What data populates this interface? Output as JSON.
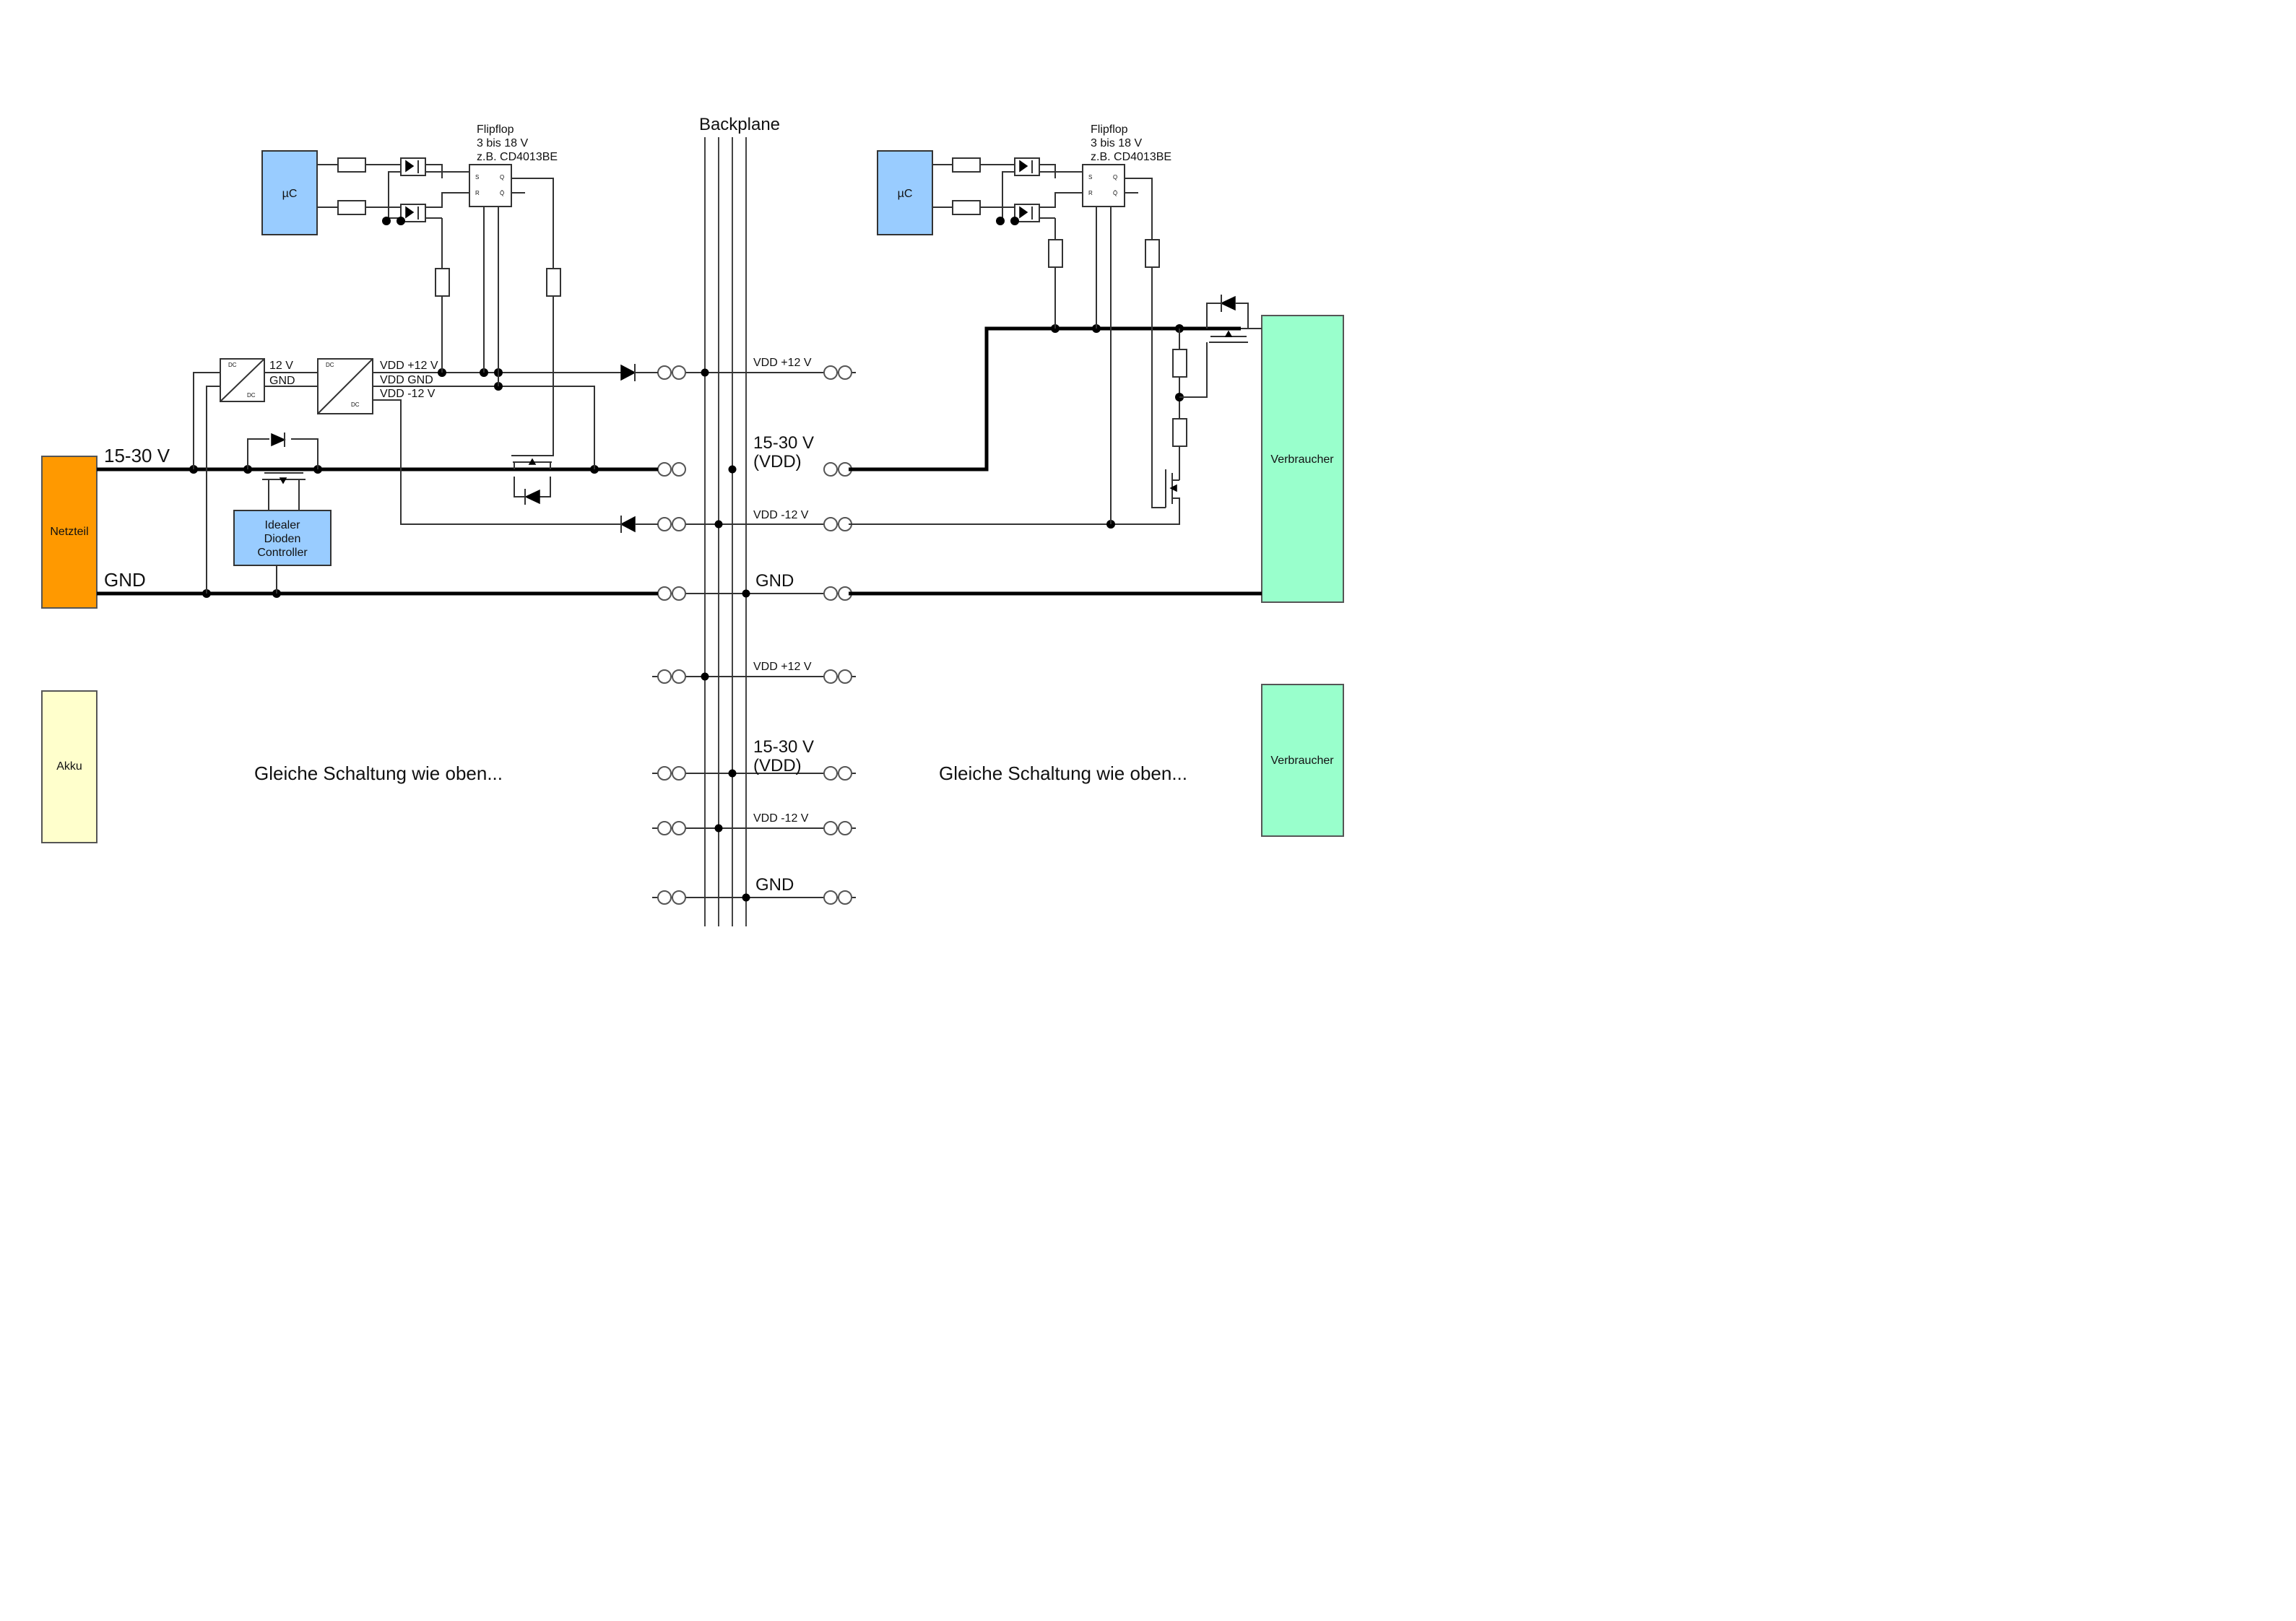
{
  "labels": {
    "backplane": "Backplane",
    "netzteil": "Netzteil",
    "akku": "Akku",
    "verbraucher_top": "Verbraucher",
    "verbraucher_bottom": "Verbraucher",
    "uc_left": "µC",
    "uc_right": "µC",
    "flipflop_left": [
      "Flipflop",
      "3 bis 18 V",
      "z.B. CD4013BE"
    ],
    "flipflop_right": [
      "Flipflop",
      "3 bis 18 V",
      "z.B. CD4013BE"
    ],
    "idealer_dioden_controller": [
      "Idealer",
      "Dioden",
      "Controller"
    ],
    "rail_15_30_left": "15-30 V",
    "gnd_left": "GND",
    "conv1_12v": "12 V",
    "conv1_gnd": "GND",
    "conv2_vdd_p12": "VDD +12 V",
    "conv2_vdd_gnd": "VDD GND",
    "conv2_vdd_m12": "VDD -12 V",
    "dc": "DC",
    "ff_s": "S",
    "ff_r": "R",
    "ff_q": "Q",
    "ff_qbar": "Q̄",
    "bus_top_vdd_p12": "VDD +12 V",
    "bus_top_15_30": [
      "15-30 V",
      "(VDD)"
    ],
    "bus_top_vdd_m12": "VDD -12 V",
    "bus_top_gnd": "GND",
    "bus_bot_vdd_p12": "VDD +12 V",
    "bus_bot_15_30": [
      "15-30 V",
      "(VDD)"
    ],
    "bus_bot_vdd_m12": "VDD -12 V",
    "bus_bot_gnd": "GND",
    "same_circuit_left": "Gleiche Schaltung wie oben...",
    "same_circuit_right": "Gleiche Schaltung wie oben..."
  },
  "colors": {
    "netzteil": "#ff9900",
    "akku": "#ffffcc",
    "verbraucher": "#99ffcc",
    "uc": "#99ccff",
    "controller": "#99ccff"
  }
}
